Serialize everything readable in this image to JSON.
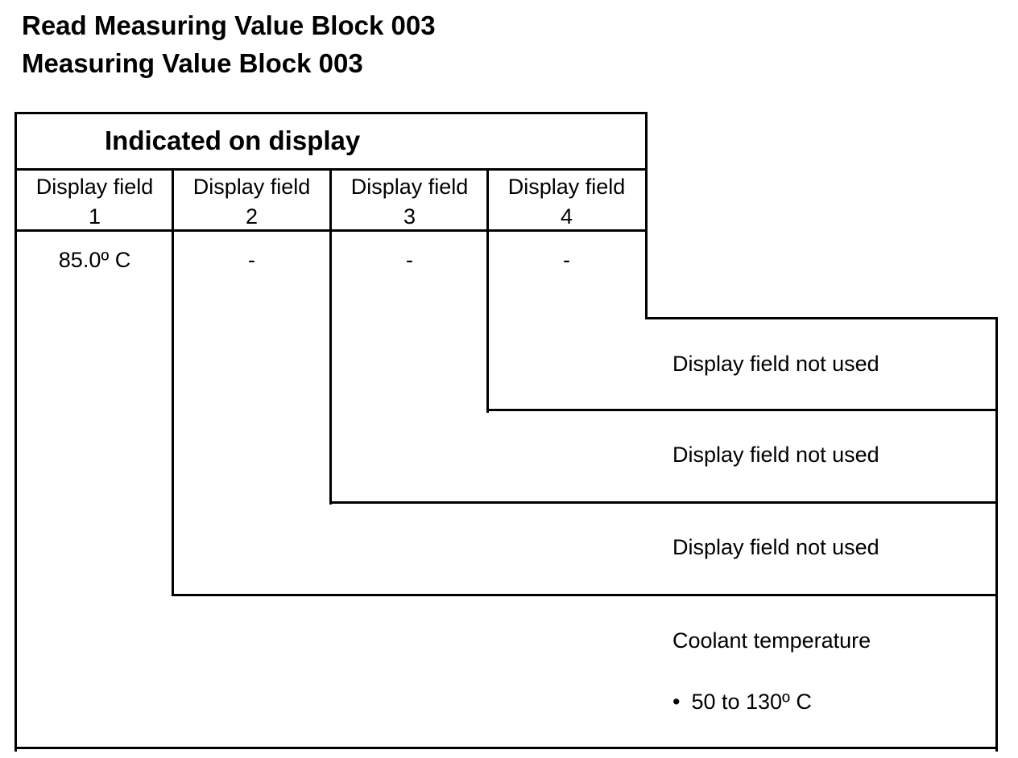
{
  "title": "Read Measuring Value Block 003",
  "subtitle": "Measuring Value Block 003",
  "table": {
    "header": "Indicated on display",
    "columns": [
      {
        "label_line1": "Display field",
        "label_line2": "1",
        "value": "85.0º C"
      },
      {
        "label_line1": "Display field",
        "label_line2": "2",
        "value": "-"
      },
      {
        "label_line1": "Display field",
        "label_line2": "3",
        "value": "-"
      },
      {
        "label_line1": "Display field",
        "label_line2": "4",
        "value": "-"
      }
    ]
  },
  "callouts": {
    "field4": "Display field not used",
    "field3": "Display field not used",
    "field2": "Display field not used",
    "field1": {
      "label": "Coolant temperature",
      "bullet": "•",
      "range": "50 to 130º C"
    }
  }
}
